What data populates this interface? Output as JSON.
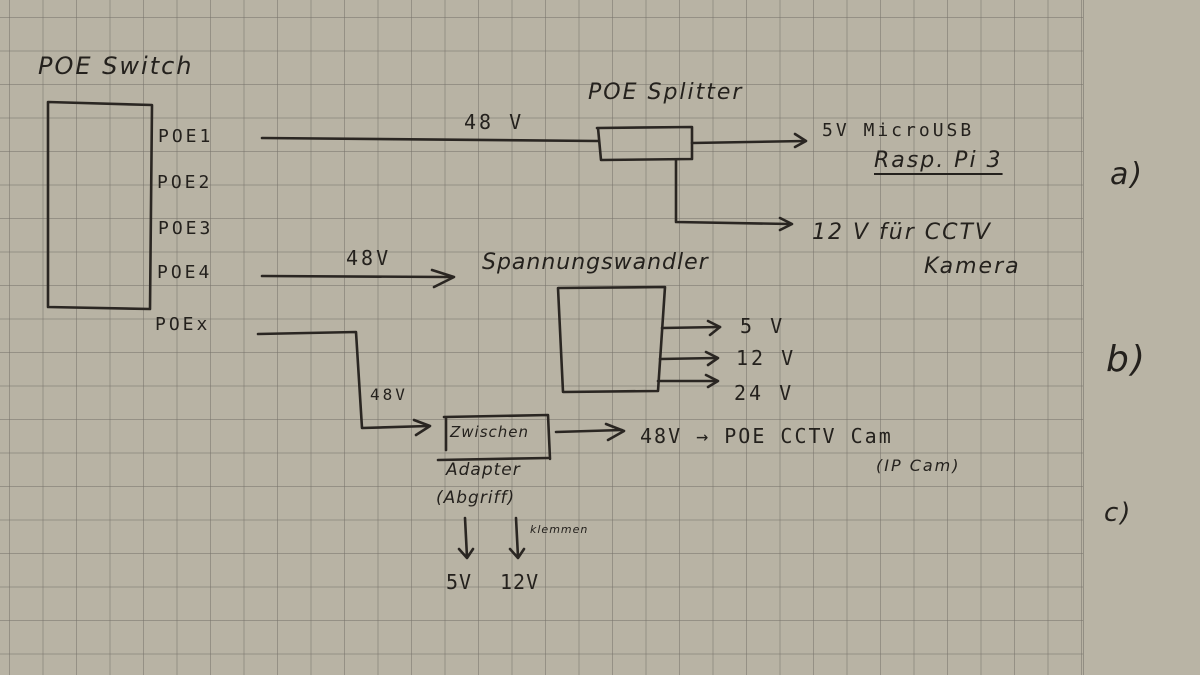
{
  "diagram": {
    "title": "POE Switch",
    "ports": [
      "POE1",
      "POE2",
      "POE3",
      "POE4",
      "POEx"
    ],
    "section_a": {
      "label": "a)",
      "input_voltage": "48 V",
      "device": "POE Splitter",
      "output_1": "5V MicroUSB",
      "output_1_target": "Rasp. Pi 3",
      "output_2": "12 V für CCTV",
      "output_2_target": "Kamera"
    },
    "section_b": {
      "label": "b)",
      "input_voltage": "48V",
      "device": "Spannungswandler",
      "outputs": [
        "5 V",
        "12 V",
        "24 V"
      ]
    },
    "section_c": {
      "label": "c)",
      "input_voltage": "48V",
      "device_line1": "Zwischen",
      "device_line2": "Adapter",
      "device_line3": "(Abgriff)",
      "output_main": "48V → POE CCTV Cam",
      "output_main_note": "(IP Cam)",
      "tap_note": "klemmen",
      "tap_outputs": [
        "5V",
        "12V"
      ]
    }
  }
}
